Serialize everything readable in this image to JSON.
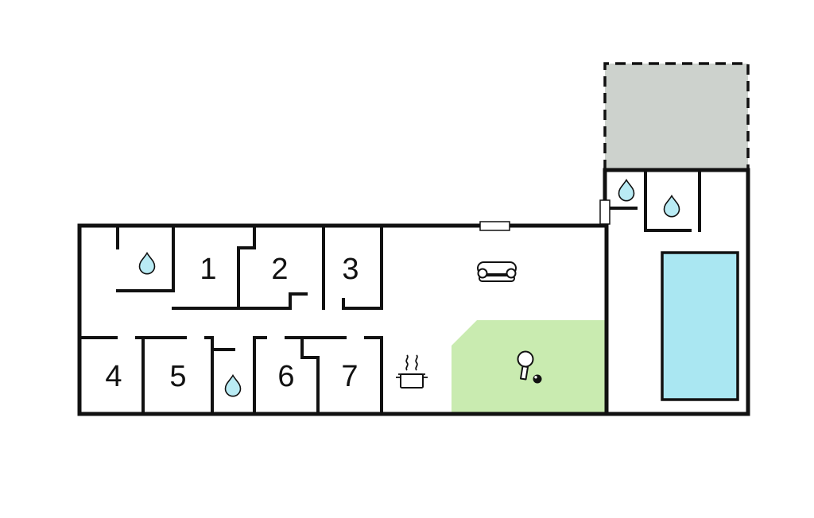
{
  "floor_plan": {
    "rooms": [
      {
        "label": "1"
      },
      {
        "label": "2"
      },
      {
        "label": "3"
      },
      {
        "label": "4"
      },
      {
        "label": "5"
      },
      {
        "label": "6"
      },
      {
        "label": "7"
      }
    ],
    "icons": [
      {
        "name": "water-drop-icon",
        "area": "bathroom-top-left"
      },
      {
        "name": "water-drop-icon",
        "area": "bathroom-bottom-middle"
      },
      {
        "name": "water-drop-icon",
        "area": "annex-bathroom-left"
      },
      {
        "name": "water-drop-icon",
        "area": "annex-bathroom-right"
      },
      {
        "name": "sofa-icon",
        "area": "living-area"
      },
      {
        "name": "cooking-pot-icon",
        "area": "kitchen"
      },
      {
        "name": "table-tennis-icon",
        "area": "green-terrace"
      },
      {
        "name": "swimming-pool",
        "area": "pool-room"
      }
    ],
    "colors": {
      "background": "#ffffff",
      "wall": "#111111",
      "pool": "#aae7f2",
      "terrace": "#c9ebb0",
      "annex": "#cdd2cd",
      "water_drop": "#b9ebf4"
    }
  }
}
